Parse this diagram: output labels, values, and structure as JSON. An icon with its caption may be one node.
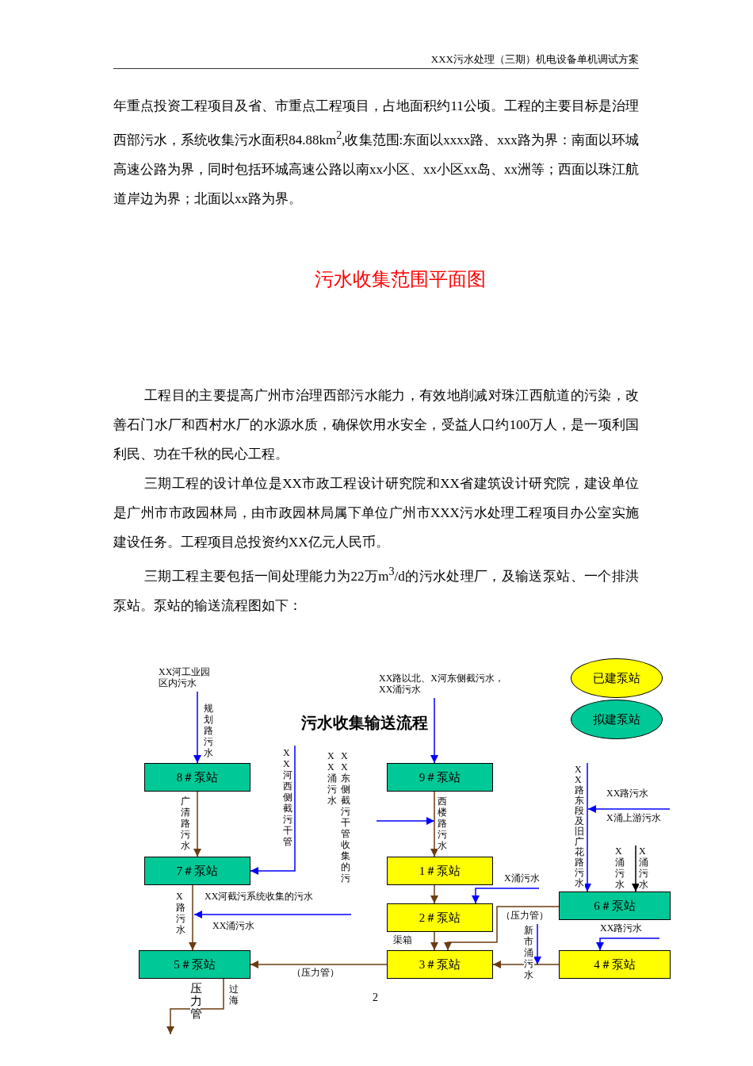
{
  "diagram": {
    "title": "污水收集输送流程",
    "nodes": [
      {
        "text": [
          "8＃泵站"
        ]
      },
      {
        "text": [
          "9＃泵站"
        ]
      },
      {
        "text": [
          "7＃泵站"
        ]
      },
      {
        "text": [
          "1＃泵站"
        ]
      },
      {
        "text": [
          "2＃泵站"
        ]
      },
      {
        "text": [
          "6＃泵站"
        ]
      },
      {
        "text": [
          "5＃泵站"
        ]
      },
      {
        "text": [
          "3＃泵站"
        ]
      },
      {
        "text": [
          "4＃泵站"
        ]
      }
    ],
    "edges": [
      {
        "from": 0,
        "to": 2,
        "arrow": "to",
        "label": "广清路污水"
      },
      {
        "from": 2,
        "to": 6,
        "arrow": "to",
        "label": "X路污水"
      },
      {
        "from": 1,
        "to": 3,
        "arrow": "to",
        "label": "西楼路污水"
      },
      {
        "from": 3,
        "to": 4,
        "arrow": "to"
      },
      {
        "from": 4,
        "to": 7,
        "arrow": "to"
      },
      {
        "from": 5,
        "to": 7,
        "arrow": "to",
        "label": "（压力管）"
      },
      {
        "from": 8,
        "to": 7,
        "arrow": "to"
      },
      {
        "from": 7,
        "to": 6,
        "arrow": "to",
        "label": "（压力管）"
      },
      {
        "from": 6,
        "to": null,
        "arrow": "to"
      },
      {
        "from": null,
        "to": 0,
        "arrow": "to",
        "label": "XX河工业园区内污水",
        "color": "#0000ff"
      },
      {
        "from": null,
        "to": 1,
        "arrow": "to",
        "label": "XX路以北、X河东侧截污水，XX涌污水",
        "color": "#0000ff"
      },
      {
        "from": null,
        "to": 2,
        "arrow": "to",
        "label": "XX河西侧截污干管",
        "color": "#0000ff"
      },
      {
        "from": null,
        "to": 4,
        "arrow": "to",
        "label": "X涌污水",
        "color": "#0000ff"
      },
      {
        "from": null,
        "to": 5,
        "arrow": "to",
        "label": "XX路东段及旧广花路污水",
        "color": "#0000ff"
      },
      {
        "from": null,
        "to": 5,
        "arrow": "to",
        "label": "X涌污水",
        "color": "#000000"
      },
      {
        "from": null,
        "to": 8,
        "arrow": "to",
        "label": "XX路污水",
        "color": "#0000ff"
      }
    ],
    "labels": [
      "XXX污水处理（三期）机电设备单机调试方案",
      "年重点投资工程项目及省、市重点工程项目，占地面积约11公顷。工程的主要目标是治理西部污水，系统收集污水面积84.88km$^{2}$,收集范围:东面以xxxx路、xxx路为界：南面以环城高速公路为界，同时包括环城高速公路以南xx小区、xx小区xx岛、xx洲等；西面以珠江航道岸边为界；北面以xx路为界。",
      "污水收集范围平面图",
      "工程目的主要提高广州市治理西部污水能力，有效地削减对珠江西航道的污染，改善石门水厂和西村水厂的水源水质，确保饮用水安全，受益人口约100万人，是一项利国利民、功在千秋的民心工程。",
      "三期工程的设计单位是XX市政工程设计研究院和XX省建筑设计研究院，建设单位是广州市市政园林局，由市政园林局属下单位广州市XXX污水处理工程项目办公室实施建设任务。工程项目总投资约XX亿元人民币。",
      "三期工程主要包括一间处理能力为22万m$^{3}$/d的污水处理厂，及输送泵站、一个排洪泵站。泵站的输送流程图如下：",
      "规划路污水",
      "XX涌污水",
      "XX东侧截污干管收集的污",
      "XX路污水",
      "X涌上游污水",
      "X涌污水",
      "XX河截污系统收集的污水",
      "XX涌污水",
      "渠箱",
      "新市涌污水",
      "压力管",
      "过海",
      "2"
    ],
    "legend": [
      {
        "text": "已建泵站",
        "color": "#ffff00"
      },
      {
        "text": "拟建泵站",
        "color": "#00c896"
      }
    ]
  }
}
